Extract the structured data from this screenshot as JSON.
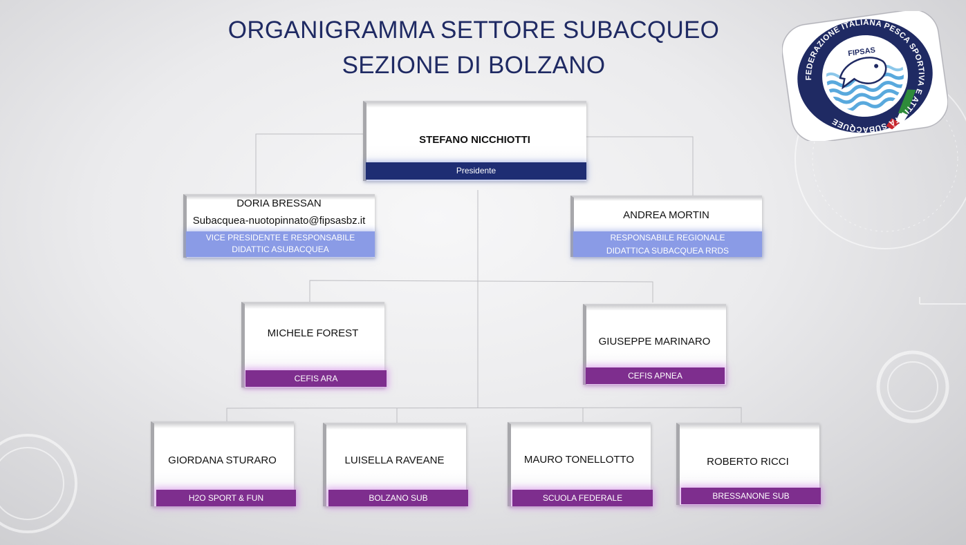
{
  "title": {
    "line1": "ORGANIGRAMMA SETTORE SUBACQUEO",
    "line2": "SEZIONE DI BOLZANO"
  },
  "logo": {
    "ring_text": "FEDERAZIONE ITALIANA PESCA SPORTIVA E ATTIVITÀ SUBACQUEE",
    "acronym": "FIPSAS",
    "ring_color": "#1f2a63",
    "wave_color": "#59a9dd"
  },
  "colors": {
    "title": "#1f2a63",
    "navy_tag": "#1e2d73",
    "periwinkle_tag": "#8a9be6",
    "purple_tag": "#7e2e8e"
  },
  "president": {
    "name": "STEFANO NICCHIOTTI",
    "role": "Presidente"
  },
  "vice": {
    "name": "DORIA BRESSAN",
    "email": "Subacquea-nuotopinnato@fipsasbz.it",
    "role": "VICE PRESIDENTE E RESPONSABILE DIDATTIC ASUBACQUEA"
  },
  "regional": {
    "name": "ANDREA MORTIN",
    "role_line1": "RESPONSABILE REGIONALE",
    "role_line2": "DIDATTICA SUBACQUEA RRDS"
  },
  "cefis_ara": {
    "name": "MICHELE FOREST",
    "role": "CEFIS ARA"
  },
  "cefis_apnea": {
    "name": "GIUSEPPE MARINARO",
    "role": "CEFIS APNEA"
  },
  "clubs": [
    {
      "name": "GIORDANA STURARO",
      "role": "H2O SPORT & FUN"
    },
    {
      "name": "LUISELLA RAVEANE",
      "role": "BOLZANO SUB"
    },
    {
      "name": "MAURO TONELLOTTO",
      "role": "SCUOLA FEDERALE"
    },
    {
      "name": "ROBERTO RICCI",
      "role": "BRESSANONE SUB"
    }
  ]
}
